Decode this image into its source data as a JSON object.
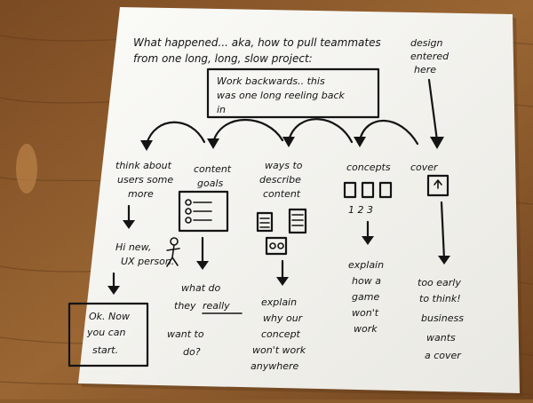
{
  "napkin": {
    "header": {
      "line1": "What happened... aka, how to pull teammates",
      "line2": "from one long, long, slow project:"
    },
    "summary_box": {
      "line1": "Work backwards.. this",
      "line2": "was one long reeling back",
      "line3": "in"
    },
    "design_note": {
      "line1": "design",
      "line2": "entered",
      "line3": "here"
    },
    "stages": [
      {
        "title1": "think about",
        "title2": "users some",
        "title3": "more"
      },
      {
        "title1": "content",
        "title2": "goals"
      },
      {
        "title1": "ways to",
        "title2": "describe",
        "title3": "content"
      },
      {
        "title1": "concepts",
        "numbers": "1  2  3"
      },
      {
        "title1": "cover"
      }
    ],
    "outcomes": {
      "persona_greeting": {
        "line1": "Hi new,",
        "line2": "UX person."
      },
      "start_box": {
        "line1": "Ok. Now",
        "line2": "you can",
        "line3": "start."
      },
      "content_goals": {
        "line1": "what do",
        "line2": "they",
        "line2_emph": "really",
        "line3": "want to",
        "line4": "do?"
      },
      "describe_content": {
        "line1": "explain",
        "line2": "why our",
        "line3": "concept",
        "line4": "won't work",
        "line5": "anywhere"
      },
      "concepts": {
        "line1": "explain",
        "line2": "how a",
        "line3": "game",
        "line4": "won't",
        "line5": "work"
      },
      "cover": {
        "line1": "too early",
        "line2": "to think!",
        "line3": "business",
        "line4": "wants",
        "line5": "a cover"
      }
    }
  },
  "colors": {
    "wood": "#8a5a2b",
    "napkin": "#f4f3ef",
    "ink": "#141414"
  }
}
